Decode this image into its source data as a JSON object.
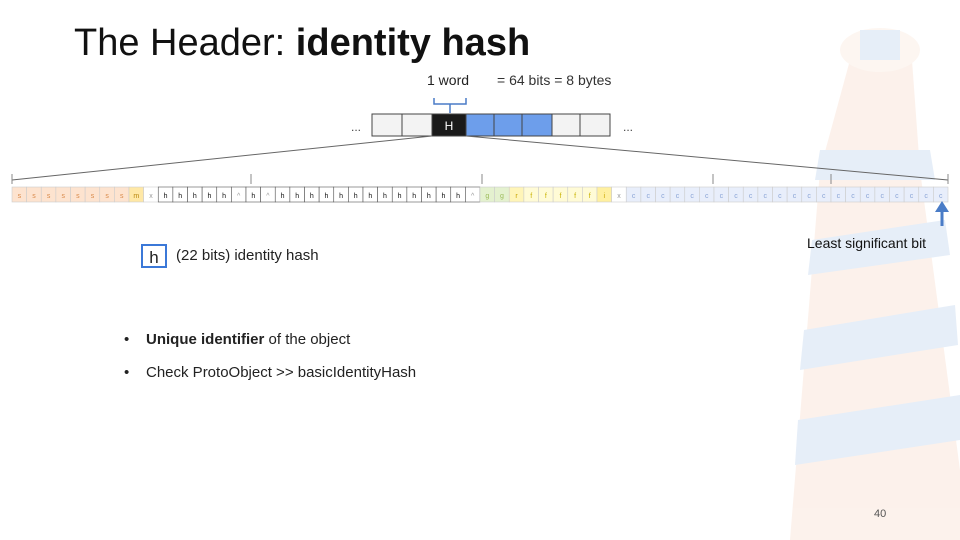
{
  "title": {
    "prefix": "The Header: ",
    "bold": "identity hash"
  },
  "word": {
    "label": "1 word",
    "size": "= 64 bits = 8 bytes"
  },
  "word_row": {
    "ellipsis_left": "...",
    "ellipsis_right": "...",
    "highlight_label": "H"
  },
  "bits": [
    "s",
    "s",
    "s",
    "s",
    "s",
    "s",
    "s",
    "s",
    "m",
    "x",
    "h",
    "h",
    "h",
    "h",
    "h",
    "^",
    "h",
    "^",
    "h",
    "h",
    "h",
    "h",
    "h",
    "h",
    "h",
    "h",
    "h",
    "h",
    "h",
    "h",
    "h",
    "^",
    "g",
    "g",
    "r",
    "f",
    "f",
    "f",
    "f",
    "f",
    "i",
    "x",
    "c",
    "c",
    "c",
    "c",
    "c",
    "c",
    "c",
    "c",
    "c",
    "c",
    "c",
    "c",
    "c",
    "c",
    "c",
    "c",
    "c",
    "c",
    "c",
    "c",
    "c",
    "c"
  ],
  "legend": {
    "symbol": "h",
    "text": "(22 bits) identity hash"
  },
  "lsb_label": "Least significant bit",
  "bullets": [
    {
      "bold": "Unique identifier",
      "rest": " of the object"
    },
    {
      "bold": "",
      "rest": "Check ProtoObject >> basicIdentityHash"
    }
  ],
  "bullet_char": "•",
  "page_number": "40",
  "colors": {
    "highlight_cell": "#1a1a1a",
    "blue_cell": "#6d9eeb",
    "arrow": "#4a7cc7",
    "h_border": "#3b78d8"
  }
}
